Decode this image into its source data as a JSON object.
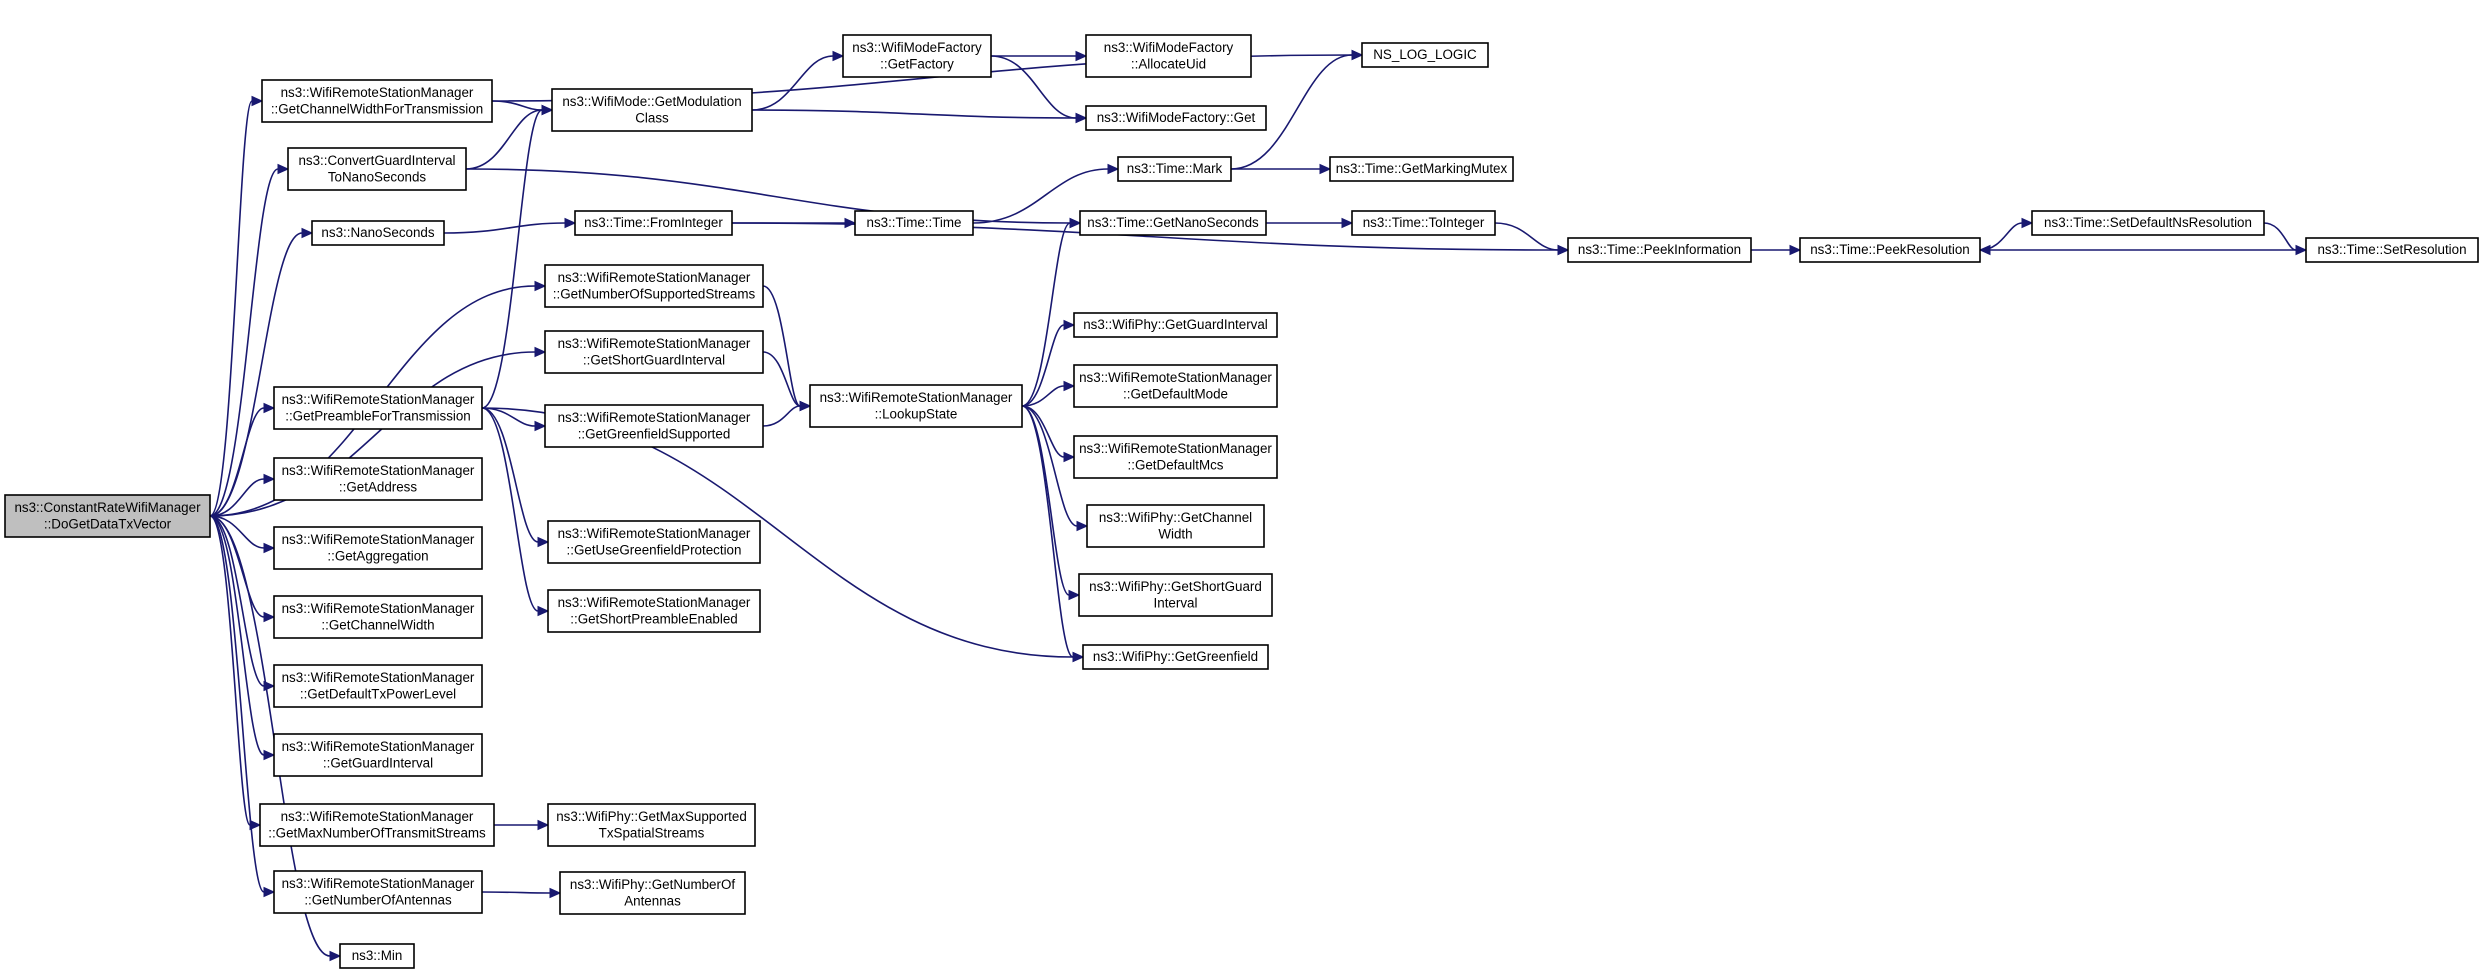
{
  "colors": {
    "edge": "#191970",
    "root_fill": "#bfbfbf",
    "node_fill": "#ffffff",
    "border": "#000000"
  },
  "nodes": [
    {
      "id": "root",
      "lines": [
        "ns3::ConstantRateWifiManager",
        "::DoGetDataTxVector"
      ],
      "root": true
    },
    {
      "id": "gcwft",
      "lines": [
        "ns3::WifiRemoteStationManager",
        "::GetChannelWidthForTransmission"
      ]
    },
    {
      "id": "cgi",
      "lines": [
        "ns3::ConvertGuardInterval",
        "ToNanoSeconds"
      ]
    },
    {
      "id": "nanos",
      "lines": [
        "ns3::NanoSeconds"
      ]
    },
    {
      "id": "gnoss",
      "lines": [
        "ns3::WifiRemoteStationManager",
        "::GetNumberOfSupportedStreams"
      ]
    },
    {
      "id": "gsgi_m",
      "lines": [
        "ns3::WifiRemoteStationManager",
        "::GetShortGuardInterval"
      ]
    },
    {
      "id": "gpft",
      "lines": [
        "ns3::WifiRemoteStationManager",
        "::GetPreambleForTransmission"
      ]
    },
    {
      "id": "gaddr",
      "lines": [
        "ns3::WifiRemoteStationManager",
        "::GetAddress"
      ]
    },
    {
      "id": "gagg",
      "lines": [
        "ns3::WifiRemoteStationManager",
        "::GetAggregation"
      ]
    },
    {
      "id": "gcw",
      "lines": [
        "ns3::WifiRemoteStationManager",
        "::GetChannelWidth"
      ]
    },
    {
      "id": "gdtpl",
      "lines": [
        "ns3::WifiRemoteStationManager",
        "::GetDefaultTxPowerLevel"
      ]
    },
    {
      "id": "ggi_m",
      "lines": [
        "ns3::WifiRemoteStationManager",
        "::GetGuardInterval"
      ]
    },
    {
      "id": "gmnots",
      "lines": [
        "ns3::WifiRemoteStationManager",
        "::GetMaxNumberOfTransmitStreams"
      ]
    },
    {
      "id": "gnoa_m",
      "lines": [
        "ns3::WifiRemoteStationManager",
        "::GetNumberOfAntennas"
      ]
    },
    {
      "id": "min",
      "lines": [
        "ns3::Min"
      ]
    },
    {
      "id": "gmc",
      "lines": [
        "ns3::WifiMode::GetModulation",
        "Class"
      ]
    },
    {
      "id": "fromint",
      "lines": [
        "ns3::Time::FromInteger"
      ]
    },
    {
      "id": "ggs_m",
      "lines": [
        "ns3::WifiRemoteStationManager",
        "::GetGreenfieldSupported"
      ]
    },
    {
      "id": "gugp",
      "lines": [
        "ns3::WifiRemoteStationManager",
        "::GetUseGreenfieldProtection"
      ]
    },
    {
      "id": "gspe",
      "lines": [
        "ns3::WifiRemoteStationManager",
        "::GetShortPreambleEnabled"
      ]
    },
    {
      "id": "gmsts",
      "lines": [
        "ns3::WifiPhy::GetMaxSupported",
        "TxSpatialStreams"
      ]
    },
    {
      "id": "gnoa_p",
      "lines": [
        "ns3::WifiPhy::GetNumberOf",
        "Antennas"
      ]
    },
    {
      "id": "wmf_gf",
      "lines": [
        "ns3::WifiModeFactory",
        "::GetFactory"
      ]
    },
    {
      "id": "timetime",
      "lines": [
        "ns3::Time::Time"
      ]
    },
    {
      "id": "lookup",
      "lines": [
        "ns3::WifiRemoteStationManager",
        "::LookupState"
      ]
    },
    {
      "id": "allocuid",
      "lines": [
        "ns3::WifiModeFactory",
        "::AllocateUid"
      ]
    },
    {
      "id": "wmf_get",
      "lines": [
        "ns3::WifiModeFactory::Get"
      ]
    },
    {
      "id": "mark",
      "lines": [
        "ns3::Time::Mark"
      ]
    },
    {
      "id": "gns",
      "lines": [
        "ns3::Time::GetNanoSeconds"
      ]
    },
    {
      "id": "ggi_p",
      "lines": [
        "ns3::WifiPhy::GetGuardInterval"
      ]
    },
    {
      "id": "gdmode",
      "lines": [
        "ns3::WifiRemoteStationManager",
        "::GetDefaultMode"
      ]
    },
    {
      "id": "gdmcs",
      "lines": [
        "ns3::WifiRemoteStationManager",
        "::GetDefaultMcs"
      ]
    },
    {
      "id": "gchw_p",
      "lines": [
        "ns3::WifiPhy::GetChannel",
        "Width"
      ]
    },
    {
      "id": "gsgi_p",
      "lines": [
        "ns3::WifiPhy::GetShortGuard",
        "Interval"
      ]
    },
    {
      "id": "ggf_p",
      "lines": [
        "ns3::WifiPhy::GetGreenfield"
      ]
    },
    {
      "id": "nslog",
      "lines": [
        "NS_LOG_LOGIC"
      ]
    },
    {
      "id": "gmm",
      "lines": [
        "ns3::Time::GetMarkingMutex"
      ]
    },
    {
      "id": "toint",
      "lines": [
        "ns3::Time::ToInteger"
      ]
    },
    {
      "id": "peekinfo",
      "lines": [
        "ns3::Time::PeekInformation"
      ]
    },
    {
      "id": "peekres",
      "lines": [
        "ns3::Time::PeekResolution"
      ]
    },
    {
      "id": "sdnr",
      "lines": [
        "ns3::Time::SetDefaultNsResolution"
      ]
    },
    {
      "id": "setres",
      "lines": [
        "ns3::Time::SetResolution"
      ]
    }
  ],
  "edges": [
    [
      "root",
      "gcwft"
    ],
    [
      "root",
      "cgi"
    ],
    [
      "root",
      "nanos"
    ],
    [
      "root",
      "gnoss"
    ],
    [
      "root",
      "gsgi_m"
    ],
    [
      "root",
      "gpft"
    ],
    [
      "root",
      "gaddr"
    ],
    [
      "root",
      "gagg"
    ],
    [
      "root",
      "gcw"
    ],
    [
      "root",
      "gdtpl"
    ],
    [
      "root",
      "ggi_m"
    ],
    [
      "root",
      "gmnots"
    ],
    [
      "root",
      "gnoa_m"
    ],
    [
      "root",
      "min"
    ],
    [
      "gcwft",
      "gmc"
    ],
    [
      "gcwft",
      "nslog"
    ],
    [
      "cgi",
      "gmc"
    ],
    [
      "cgi",
      "gns"
    ],
    [
      "nanos",
      "fromint"
    ],
    [
      "gnoss",
      "lookup"
    ],
    [
      "gsgi_m",
      "lookup"
    ],
    [
      "gpft",
      "gmc"
    ],
    [
      "gpft",
      "ggs_m"
    ],
    [
      "gpft",
      "gugp"
    ],
    [
      "gpft",
      "gspe"
    ],
    [
      "gpft",
      "ggf_p"
    ],
    [
      "gmnots",
      "gmsts"
    ],
    [
      "gnoa_m",
      "gnoa_p"
    ],
    [
      "gmc",
      "wmf_gf"
    ],
    [
      "gmc",
      "wmf_get"
    ],
    [
      "fromint",
      "timetime"
    ],
    [
      "fromint",
      "peekinfo"
    ],
    [
      "ggs_m",
      "lookup"
    ],
    [
      "wmf_gf",
      "allocuid"
    ],
    [
      "wmf_gf",
      "wmf_get"
    ],
    [
      "timetime",
      "mark"
    ],
    [
      "lookup",
      "gns"
    ],
    [
      "lookup",
      "ggi_p"
    ],
    [
      "lookup",
      "gdmode"
    ],
    [
      "lookup",
      "gdmcs"
    ],
    [
      "lookup",
      "gchw_p"
    ],
    [
      "lookup",
      "gsgi_p"
    ],
    [
      "lookup",
      "ggf_p"
    ],
    [
      "mark",
      "nslog"
    ],
    [
      "mark",
      "gmm"
    ],
    [
      "gns",
      "toint"
    ],
    [
      "toint",
      "peekinfo"
    ],
    [
      "peekinfo",
      "peekres"
    ],
    [
      "peekres",
      "sdnr"
    ],
    [
      "sdnr",
      "setres"
    ],
    [
      "setres",
      "peekres"
    ]
  ]
}
